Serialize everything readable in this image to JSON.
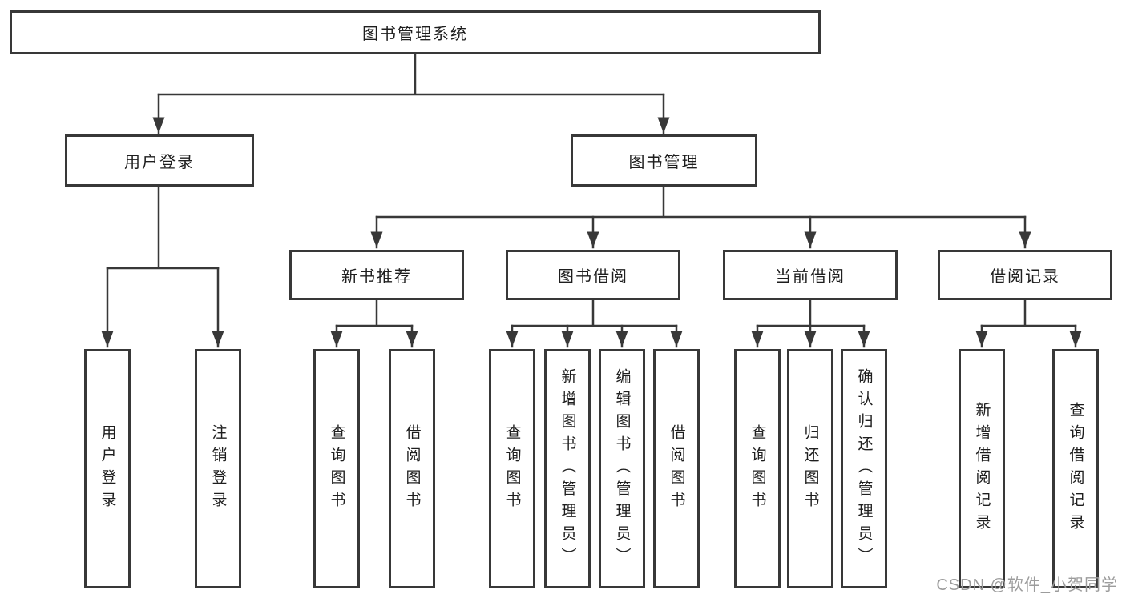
{
  "root": {
    "label": "图书管理系统"
  },
  "level2": {
    "user": {
      "label": "用户登录"
    },
    "book": {
      "label": "图书管理"
    }
  },
  "level3": {
    "recommend": {
      "label": "新书推荐"
    },
    "borrow": {
      "label": "图书借阅"
    },
    "current": {
      "label": "当前借阅"
    },
    "records": {
      "label": "借阅记录"
    }
  },
  "leaves": {
    "user": [
      "用户登录",
      "注销登录"
    ],
    "recommend": [
      "查询图书",
      "借阅图书"
    ],
    "borrow": [
      "查询图书",
      "新增图书（管理员）",
      "编辑图书（管理员）",
      "借阅图书"
    ],
    "current": [
      "查询图书",
      "归还图书",
      "确认归还（管理员）"
    ],
    "records": [
      "新增借阅记录",
      "查询借阅记录"
    ]
  },
  "watermark": "CSDN @软件_小贺同学",
  "colors": {
    "line": "#383838",
    "box_border": "#383838",
    "text": "#1e1e1e",
    "watermark": "#9c9c9c",
    "background": "#ffffff"
  }
}
